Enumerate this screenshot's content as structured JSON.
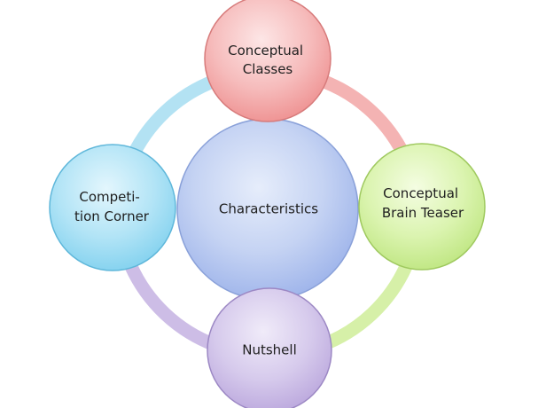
{
  "diagram": {
    "center": {
      "label": "Characteristics",
      "color": "#9db3ea"
    },
    "nodes": [
      {
        "id": "top",
        "lines": [
          "Conceptual",
          "Classes"
        ],
        "color": "#ee8e8e"
      },
      {
        "id": "right",
        "lines": [
          "Conceptual",
          "Brain Teaser"
        ],
        "color": "#bde57e"
      },
      {
        "id": "bottom",
        "lines": [
          "Nutshell"
        ],
        "color": "#b9a5dc"
      },
      {
        "id": "left",
        "lines": [
          "Competi-",
          "tion Corner"
        ],
        "color": "#7fd0ee"
      }
    ],
    "ring_arcs": [
      {
        "from": "top",
        "to": "right",
        "color": "#f4b3b3"
      },
      {
        "from": "right",
        "to": "bottom",
        "color": "#d6f0a8"
      },
      {
        "from": "bottom",
        "to": "left",
        "color": "#cdbde6"
      },
      {
        "from": "left",
        "to": "top",
        "color": "#b3e2f3"
      }
    ]
  }
}
